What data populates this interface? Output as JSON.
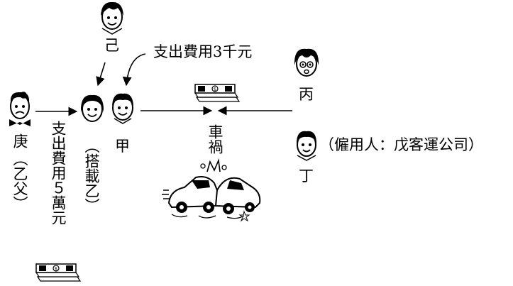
{
  "people": {
    "ji": "己",
    "jia": "甲",
    "bing": "丙",
    "ding": "丁",
    "geng": "庚",
    "ding_note": "（僱用人：戊客運公司）"
  },
  "notes": {
    "ji_cost": "支出費用3千元",
    "geng_relation": "（乙父）",
    "geng_cost": "支出費用５萬元",
    "jia_carry": "（搭載乙）",
    "accident": "車禍"
  },
  "colors": {
    "line": "#000000",
    "face": "#ffffff"
  }
}
